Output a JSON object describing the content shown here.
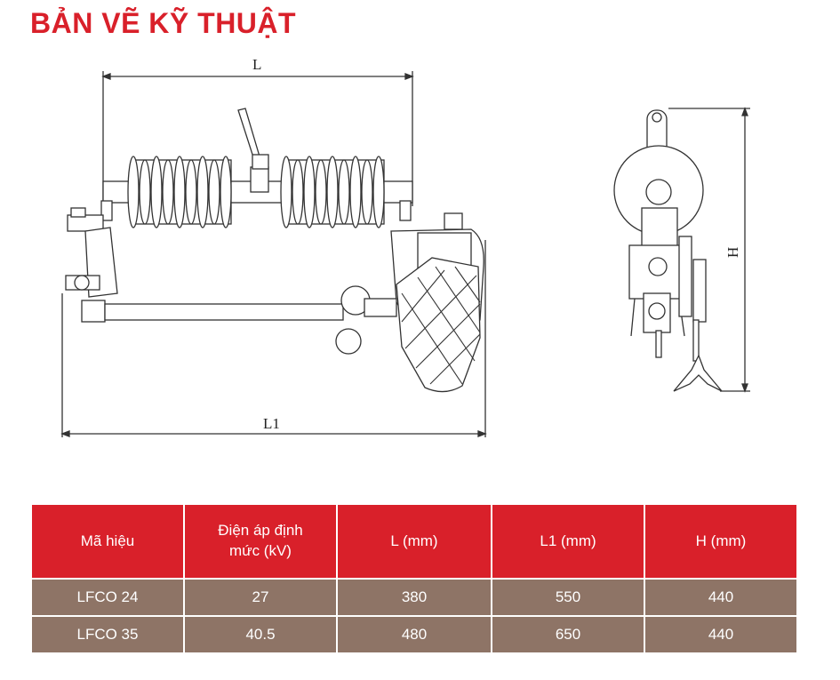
{
  "title": "BẢN VẼ KỸ THUẬT",
  "drawing": {
    "dim_L": "L",
    "dim_L1": "L1",
    "dim_H": "H"
  },
  "table": {
    "headers": [
      "Mã hiệu",
      "Điện áp định mức (kV)",
      "L (mm)",
      "L1 (mm)",
      "H (mm)"
    ],
    "rows": [
      [
        "LFCO 24",
        "27",
        "380",
        "550",
        "440"
      ],
      [
        "LFCO 35",
        "40.5",
        "480",
        "650",
        "440"
      ]
    ]
  },
  "colors": {
    "accent": "#d9202a",
    "row_fill": "#8e7466"
  }
}
